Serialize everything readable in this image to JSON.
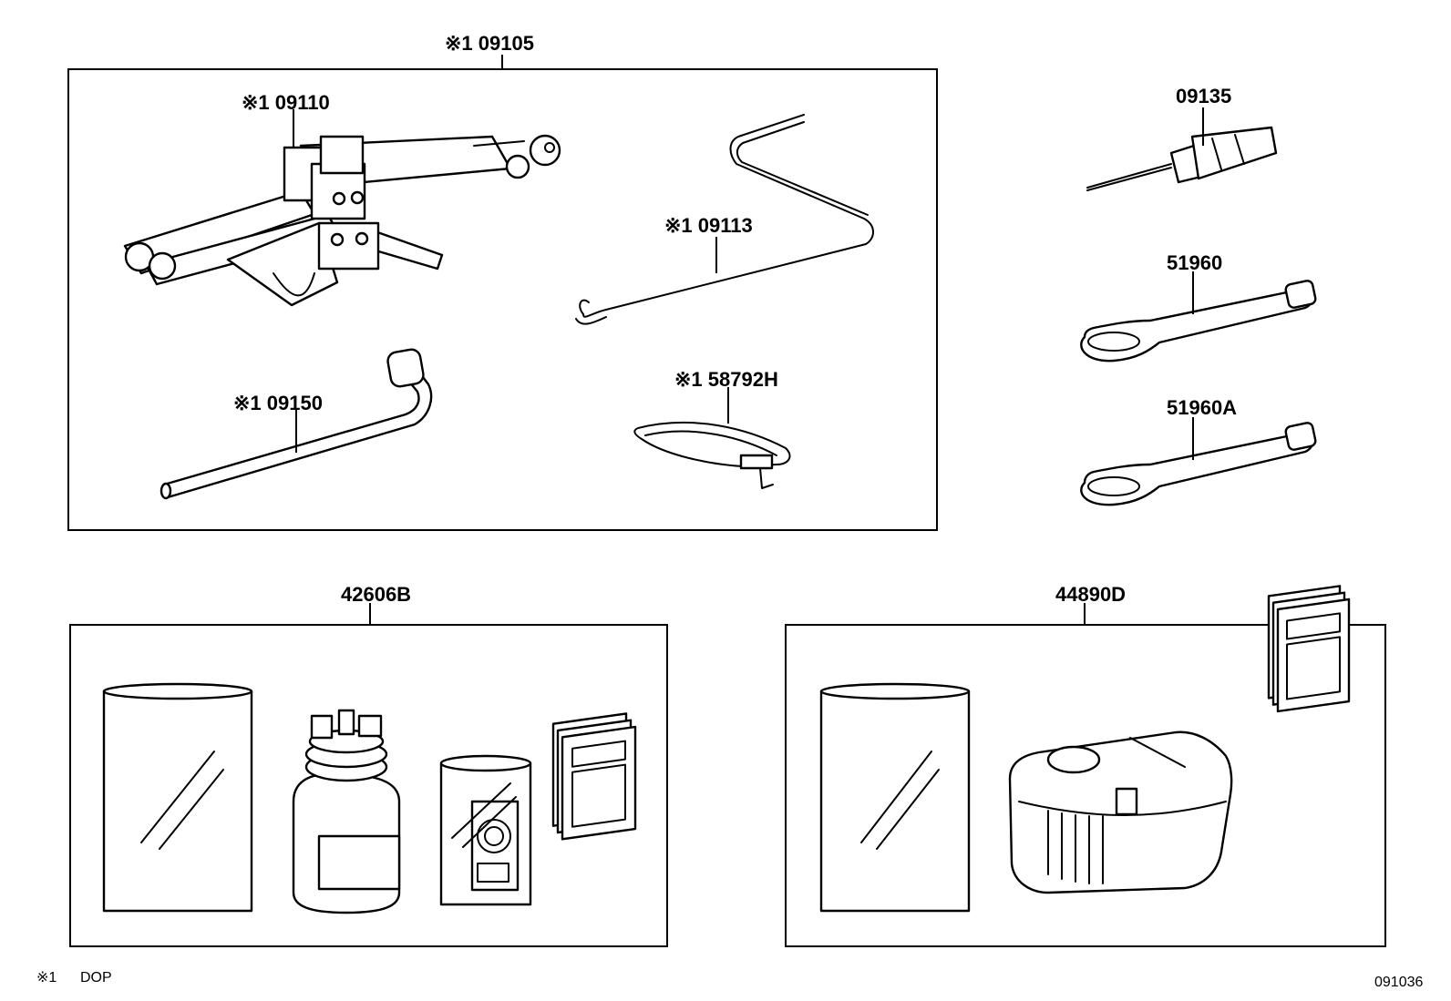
{
  "labels": {
    "p09105": "※1 09105",
    "p09110": "※1 09110",
    "p09113": "※1 09113",
    "p09150": "※1 09150",
    "p58792H": "※1 58792H",
    "p09135": "09135",
    "p51960": "51960",
    "p51960A": "51960A",
    "p42606B": "42606B",
    "p44890D": "44890D"
  },
  "footnote": {
    "symbol": "※1",
    "text": "DOP"
  },
  "diagram_id": "091036"
}
